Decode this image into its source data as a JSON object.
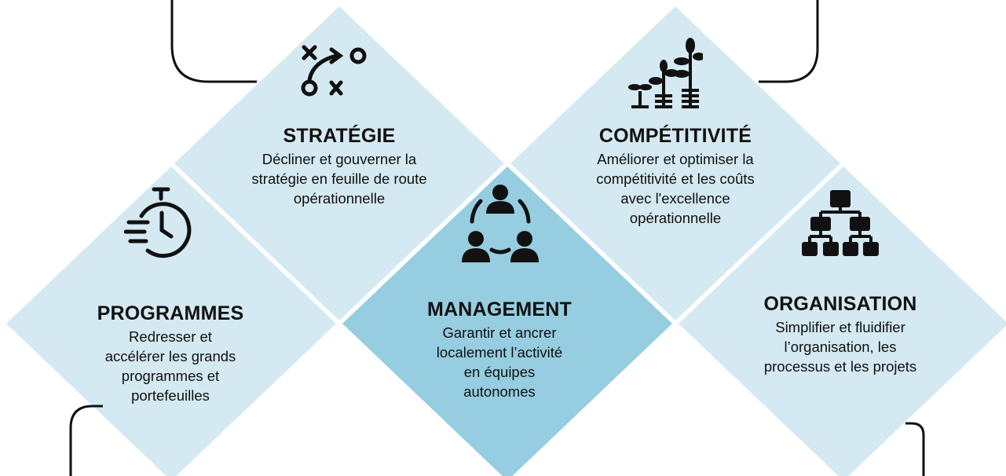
{
  "colors": {
    "tile_light": "#d4e9f1",
    "tile_accent": "#96cde0",
    "line": "#111111",
    "text": "#111111"
  },
  "tiles": {
    "strategie": {
      "title": "STRATÉGIE",
      "description": "Décliner et gouverner la\nstratégie en feuille de route\nopérationnelle",
      "icon": "strategy-play-icon"
    },
    "competitivite": {
      "title": "COMPÉTITIVITÉ",
      "description": "Améliorer et optimiser la\ncompétitivité et les coûts\navec l'excellence\nopérationnelle",
      "icon": "growing-plants-icon"
    },
    "programmes": {
      "title": "PROGRAMMES",
      "description": "Redresser et\naccélérer les grands\nprogrammes et\nportefeuilles",
      "icon": "stopwatch-icon"
    },
    "management": {
      "title": "MANAGEMENT",
      "description": "Garantir et ancrer\nlocalement l’activité\nen équipes\nautonomes",
      "icon": "team-circle-icon"
    },
    "organisation": {
      "title": "ORGANISATION",
      "description": "Simplifier et fluidifier\nl’organisation, les\nprocessus et les projets",
      "icon": "org-chart-icon"
    }
  }
}
